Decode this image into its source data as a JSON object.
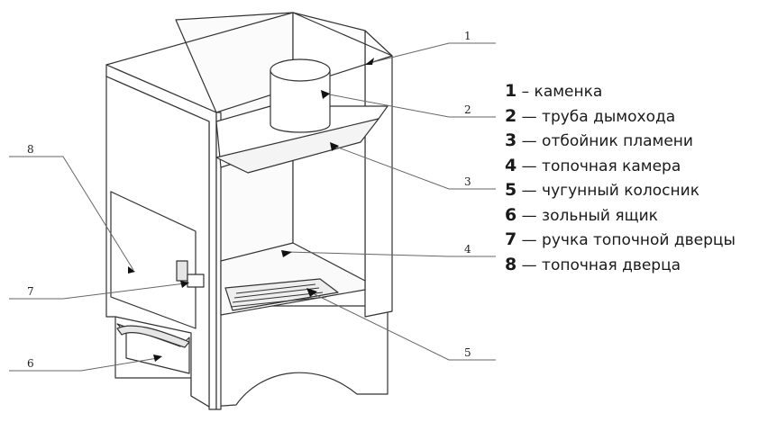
{
  "diagram": {
    "callouts": [
      "1",
      "2",
      "3",
      "4",
      "5",
      "6",
      "7",
      "8"
    ],
    "legend": [
      {
        "num": "1",
        "sep": " – ",
        "text": "каменка"
      },
      {
        "num": "2",
        "sep": " — ",
        "text": "труба дымохода"
      },
      {
        "num": "3",
        "sep": " — ",
        "text": "отбойник пламени"
      },
      {
        "num": "4",
        "sep": " — ",
        "text": "топочная камера"
      },
      {
        "num": "5",
        "sep": " — ",
        "text": "чугунный колосник"
      },
      {
        "num": "6",
        "sep": " — ",
        "text": "зольный ящик"
      },
      {
        "num": "7",
        "sep": " — ",
        "text": "ручка топочной дверцы"
      },
      {
        "num": "8",
        "sep": " — ",
        "text": "топочная дверца"
      }
    ],
    "colors": {
      "stroke": "#333333",
      "fill": "#ffffff",
      "shade": "#e6e6e6"
    }
  }
}
